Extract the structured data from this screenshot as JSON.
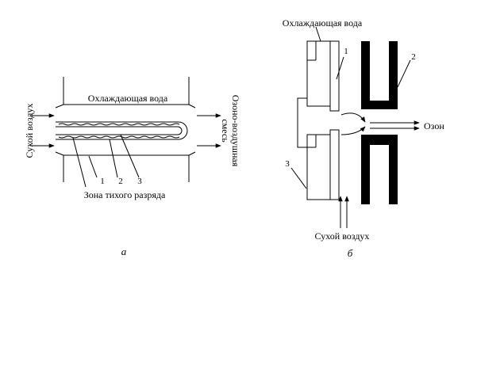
{
  "diagram_a": {
    "title_cooling_water": "Охлаждающая вода",
    "label_dry_air": "Сухой воздух",
    "label_ozone_air_mix_line1": "Озоно-воздушная",
    "label_ozone_air_mix_line2": "смесь",
    "label_silent_discharge_zone": "Зона тихого разряда",
    "part_1": "1",
    "part_2": "2",
    "part_3": "3",
    "caption": "а"
  },
  "diagram_b": {
    "title_cooling_water": "Охлаждающая вода",
    "label_ozone": "Озон",
    "label_dry_air": "Сухой воздух",
    "part_1": "1",
    "part_2": "2",
    "part_3": "3",
    "caption": "б"
  },
  "colors": {
    "ink": "#000000",
    "background": "#ffffff"
  }
}
